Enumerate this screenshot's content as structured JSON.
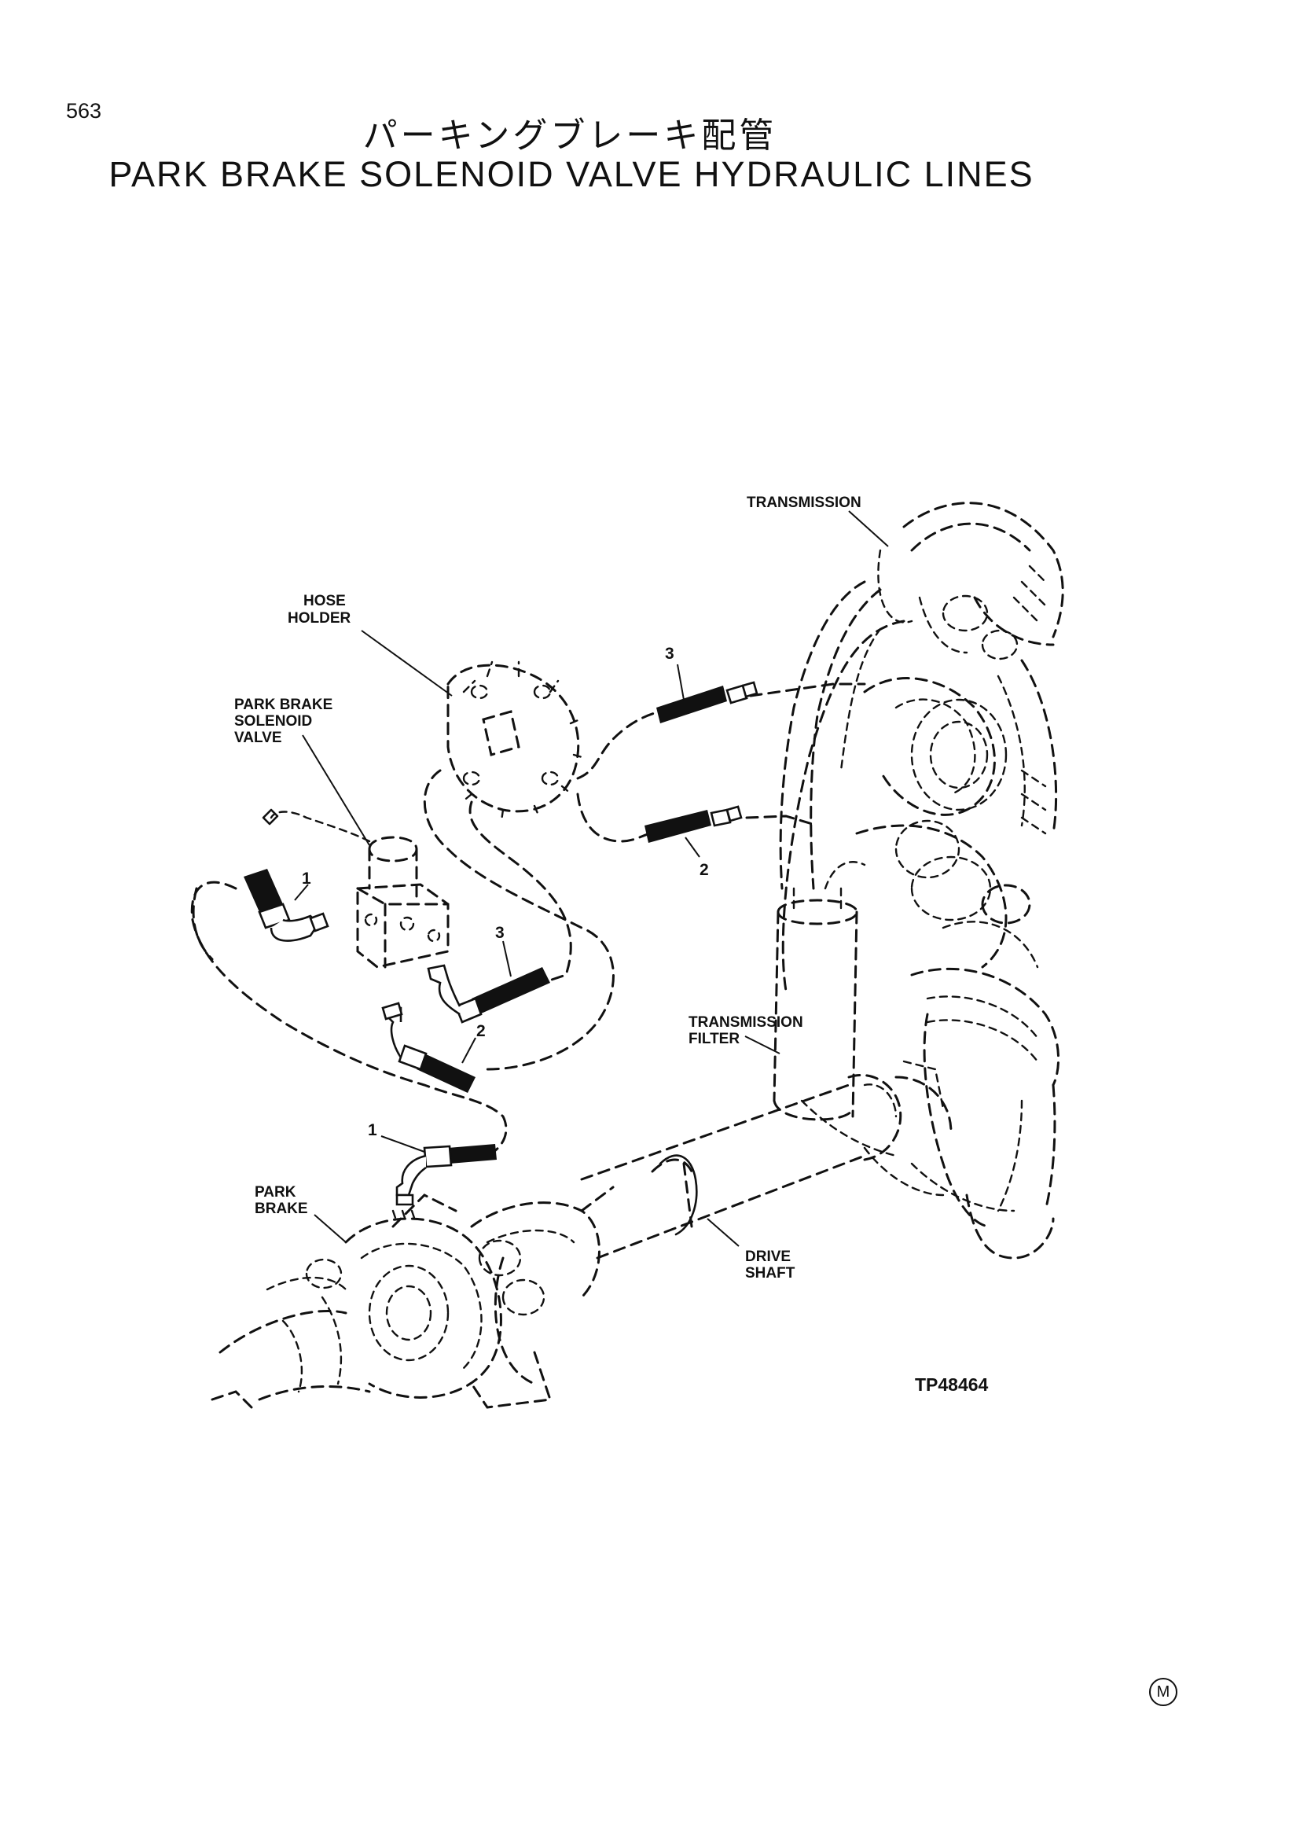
{
  "page": {
    "number": "563",
    "title_jp": "パーキングブレーキ配管",
    "title_en": "PARK BRAKE SOLENOID VALVE HYDRAULIC LINES",
    "figure_id": "TP48464",
    "corner_mark": "M"
  },
  "labels": {
    "transmission": "TRANSMISSION",
    "hose_holder_1": "HOSE",
    "hose_holder_2": "HOLDER",
    "valve_1": "PARK BRAKE",
    "valve_2": "SOLENOID",
    "valve_3": "VALVE",
    "filter_1": "TRANSMISSION",
    "filter_2": "FILTER",
    "park_brake_1": "PARK",
    "park_brake_2": "BRAKE",
    "drive_shaft_1": "DRIVE",
    "drive_shaft_2": "SHAFT"
  },
  "callouts": {
    "hose3_top": "3",
    "hose2_top": "2",
    "hose1_valve": "1",
    "hose3_mid": "3",
    "hose2_mid": "2",
    "hose1_brake": "1"
  }
}
